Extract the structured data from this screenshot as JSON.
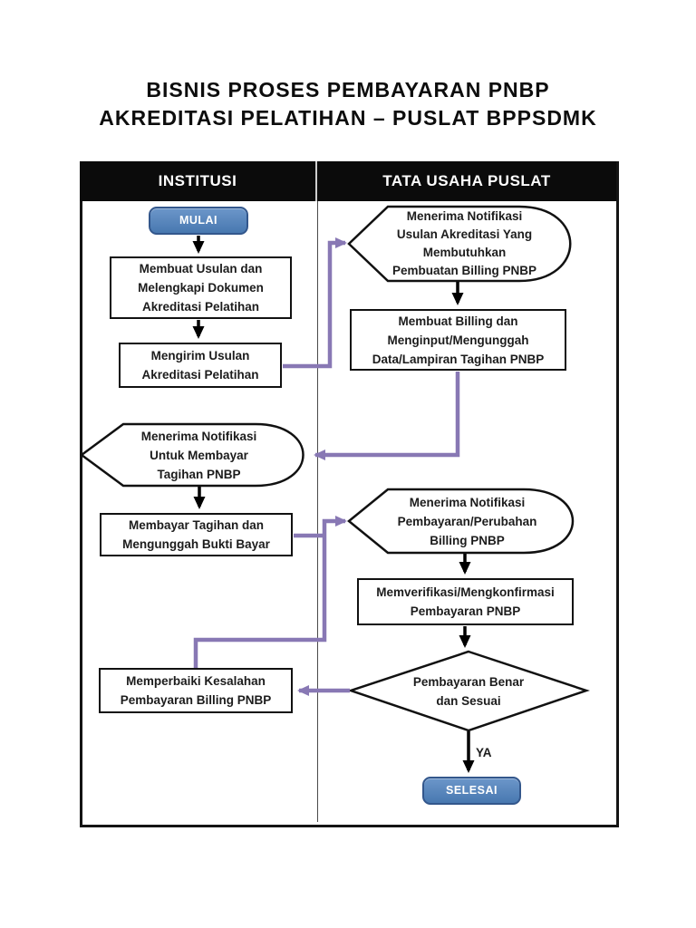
{
  "title": {
    "line1": "BISNIS PROSES PEMBAYARAN PNBP",
    "line2": "AKREDITASI PELATIHAN – PUSLAT BPPSDMK"
  },
  "lanes": {
    "left": "INSTITUSI",
    "right": "TATA USAHA PUSLAT"
  },
  "nodes": {
    "mulai": {
      "label": "MULAI"
    },
    "membuat_usulan": {
      "lines": [
        "Membuat Usulan dan",
        "Melengkapi Dokumen",
        "Akreditasi Pelatihan"
      ]
    },
    "mengirim_usulan": {
      "lines": [
        "Mengirim Usulan",
        "Akreditasi Pelatihan"
      ]
    },
    "notif_usulan": {
      "lines": [
        "Menerima Notifikasi",
        "Usulan Akreditasi Yang",
        "Membutuhkan",
        "Pembuatan Billing PNBP"
      ]
    },
    "membuat_billing": {
      "lines": [
        "Membuat Billing dan",
        "Menginput/Mengunggah",
        "Data/Lampiran Tagihan PNBP"
      ]
    },
    "notif_bayar": {
      "lines": [
        "Menerima Notifikasi",
        "Untuk Membayar",
        "Tagihan PNBP"
      ]
    },
    "membayar": {
      "lines": [
        "Membayar Tagihan dan",
        "Mengunggah Bukti Bayar"
      ]
    },
    "notif_pembayaran": {
      "lines": [
        "Menerima Notifikasi",
        "Pembayaran/Perubahan",
        "Billing PNBP"
      ]
    },
    "memverifikasi": {
      "lines": [
        "Memverifikasi/Mengkonfirmasi",
        "Pembayaran PNBP"
      ]
    },
    "keputusan": {
      "lines": [
        "Pembayaran Benar",
        "dan Sesuai"
      ]
    },
    "memperbaiki": {
      "lines": [
        "Memperbaiki Kesalahan",
        "Pembayaran Billing PNBP"
      ]
    },
    "selesai": {
      "label": "SELESAI"
    },
    "ya": {
      "label": "YA"
    }
  },
  "colors": {
    "terminator_fill": "#4f81bd",
    "terminator_border": "#33578c",
    "connector_purple": "#8878b4",
    "arrow_black": "#000000",
    "header_bg": "#0b0b0b",
    "shape_border": "#111111"
  }
}
